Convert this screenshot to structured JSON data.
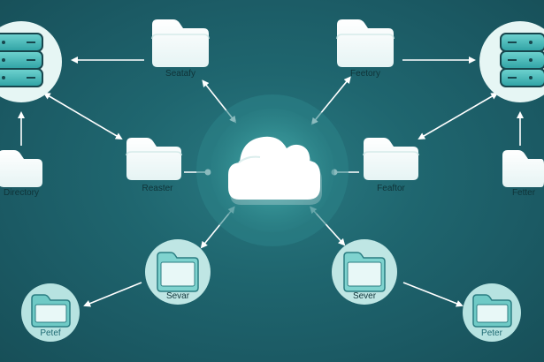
{
  "diagram": {
    "background_color": "#1d616a",
    "accent_color": "#7fd6d6",
    "nodes": {
      "database_left": {
        "icon": "database-icon",
        "label": ""
      },
      "database_right": {
        "icon": "database-icon",
        "label": ""
      },
      "central_cloud": {
        "icon": "cloud-icon",
        "label": ""
      },
      "folder_top_left": {
        "icon": "folder-icon",
        "label": "Seatafy"
      },
      "folder_top_right": {
        "icon": "folder-icon",
        "label": "Feetory"
      },
      "folder_mid_left": {
        "icon": "folder-icon",
        "label": "Reaster"
      },
      "folder_mid_right": {
        "icon": "folder-icon",
        "label": "Feaftor"
      },
      "folder_far_left": {
        "icon": "folder-icon",
        "label": "Directory"
      },
      "folder_far_right": {
        "icon": "folder-icon",
        "label": "Fetter"
      },
      "server_left": {
        "icon": "open-folder-icon",
        "label": "Sevar"
      },
      "server_right": {
        "icon": "open-folder-icon",
        "label": "Sever"
      },
      "file_bottom_left": {
        "icon": "file-folder-icon",
        "label": "Petef"
      },
      "file_bottom_right": {
        "icon": "file-folder-icon",
        "label": "Peter"
      }
    }
  }
}
